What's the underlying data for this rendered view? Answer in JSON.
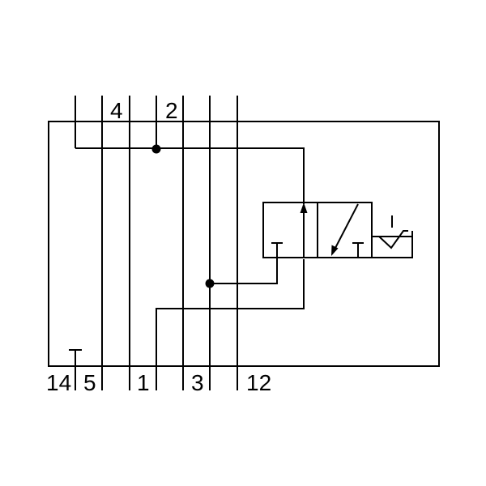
{
  "colors": {
    "line": "#000000",
    "background": "#ffffff"
  },
  "ports_top": [
    {
      "label": "4"
    },
    {
      "label": "2"
    }
  ],
  "ports_bottom": [
    {
      "label": "14"
    },
    {
      "label": "5"
    },
    {
      "label": "1"
    },
    {
      "label": "3"
    },
    {
      "label": "12"
    }
  ]
}
